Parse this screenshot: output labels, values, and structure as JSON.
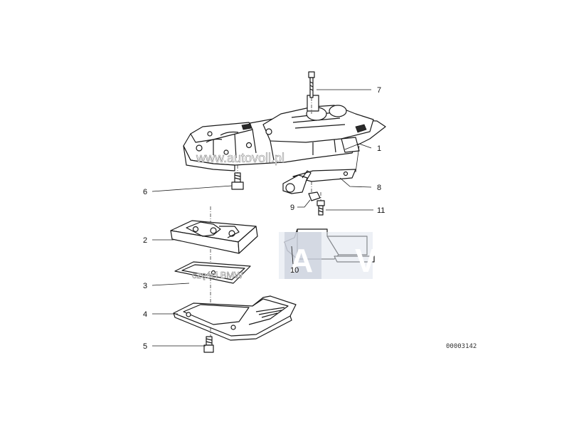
{
  "callouts": [
    {
      "id": "1",
      "label": "1"
    },
    {
      "id": "2",
      "label": "2"
    },
    {
      "id": "3",
      "label": "3"
    },
    {
      "id": "4",
      "label": "4"
    },
    {
      "id": "5",
      "label": "5"
    },
    {
      "id": "6",
      "label": "6"
    },
    {
      "id": "7",
      "label": "7"
    },
    {
      "id": "8",
      "label": "8"
    },
    {
      "id": "9",
      "label": "9"
    },
    {
      "id": "10",
      "label": "10"
    },
    {
      "id": "11",
      "label": "11"
    }
  ],
  "drawing_number": "00003142",
  "watermarks": {
    "site": "www.autovoll.pl",
    "parts": "części BMW",
    "logo_letters": "A V"
  },
  "icons": [
    "valve-body-illustration",
    "bolt-icon",
    "gasket-illustration",
    "plate-illustration",
    "bracket-illustration",
    "av-logo-watermark"
  ]
}
